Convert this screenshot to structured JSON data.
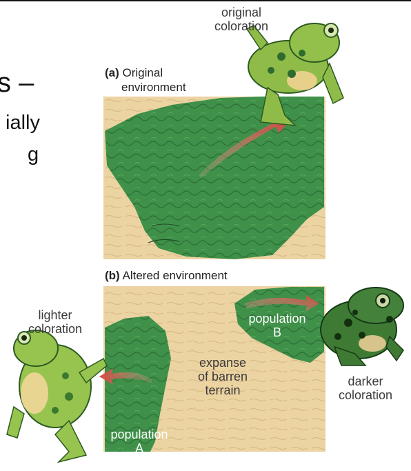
{
  "slide_fragment": {
    "line1": "s –",
    "line2": "ially",
    "line3": "g"
  },
  "panel_a": {
    "letter": "(a)",
    "title_line1": "Original",
    "title_line2": "environment"
  },
  "panel_b": {
    "letter": "(b)",
    "title": "Altered environment"
  },
  "labels": {
    "original_coloration": [
      "original",
      "coloration"
    ],
    "lighter_coloration": [
      "lighter",
      "coloration"
    ],
    "darker_coloration": [
      "darker",
      "coloration"
    ],
    "expanse": [
      "expanse",
      "of barren",
      "terrain"
    ],
    "population_a": [
      "population",
      "A"
    ],
    "population_b": [
      "population",
      "B"
    ]
  },
  "colors": {
    "sand": "#ecd3a2",
    "forest": "#3d8f4a",
    "forest_dark": "#2a6b35",
    "frog_light": "#8dbb45",
    "frog_dark": "#2f6b2e",
    "arrow": "#d94f46"
  }
}
